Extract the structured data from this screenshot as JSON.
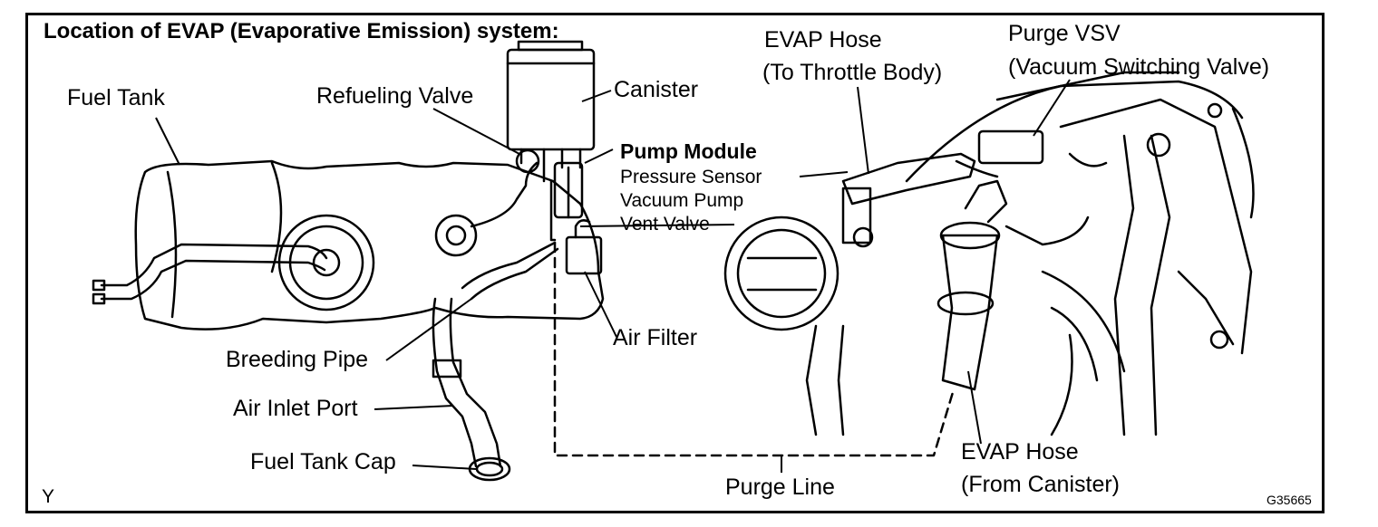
{
  "title": "Location of EVAP (Evaporative Emission) system:",
  "labels": {
    "fuel_tank": "Fuel Tank",
    "refueling_valve": "Refueling Valve",
    "canister": "Canister",
    "pump_module": "Pump Module",
    "pressure_sensor": "Pressure Sensor",
    "vacuum_pump": "Vacuum Pump",
    "vent_valve": "Vent Valve",
    "air_filter": "Air Filter",
    "breeding_pipe": "Breeding Pipe",
    "air_inlet_port": "Air Inlet Port",
    "fuel_tank_cap": "Fuel Tank Cap",
    "evap_hose_throttle_1": "EVAP Hose",
    "evap_hose_throttle_2": "(To Throttle Body)",
    "purge_vsv_1": "Purge VSV",
    "purge_vsv_2": "(Vacuum Switching Valve)",
    "purge_line": "Purge Line",
    "evap_hose_canister_1": "EVAP Hose",
    "evap_hose_canister_2": "(From Canister)"
  },
  "corner_left": "Y",
  "figure_code": "G35665"
}
